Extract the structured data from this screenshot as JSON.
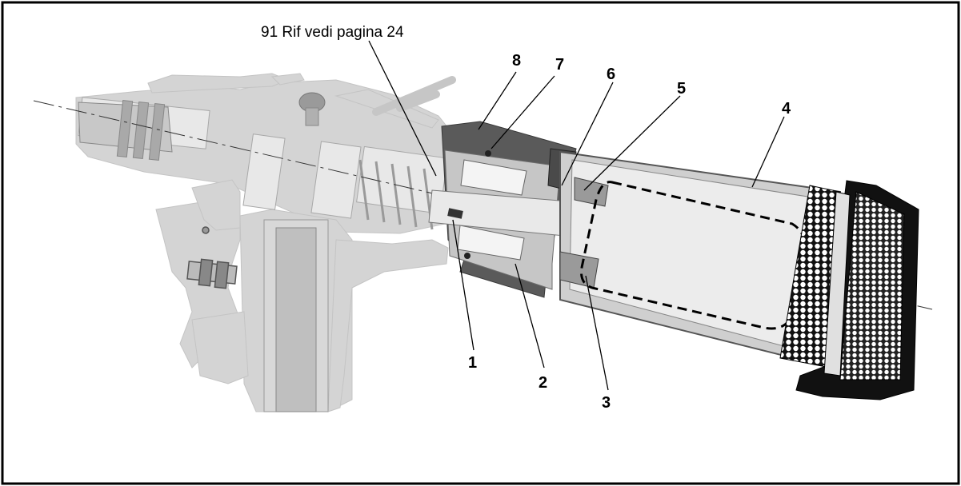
{
  "reference_note": "91 Rif vedi pagina 24",
  "callouts": {
    "c1": "1",
    "c2": "2",
    "c3": "3",
    "c4": "4",
    "c5": "5",
    "c6": "6",
    "c7": "7",
    "c8": "8"
  },
  "colors": {
    "frame": "#000000",
    "body_light": "#d4d4d4",
    "body_mid": "#bdbdbd",
    "dark_part": "#5a5a5a",
    "mesh": "#111111",
    "white": "#ffffff"
  }
}
